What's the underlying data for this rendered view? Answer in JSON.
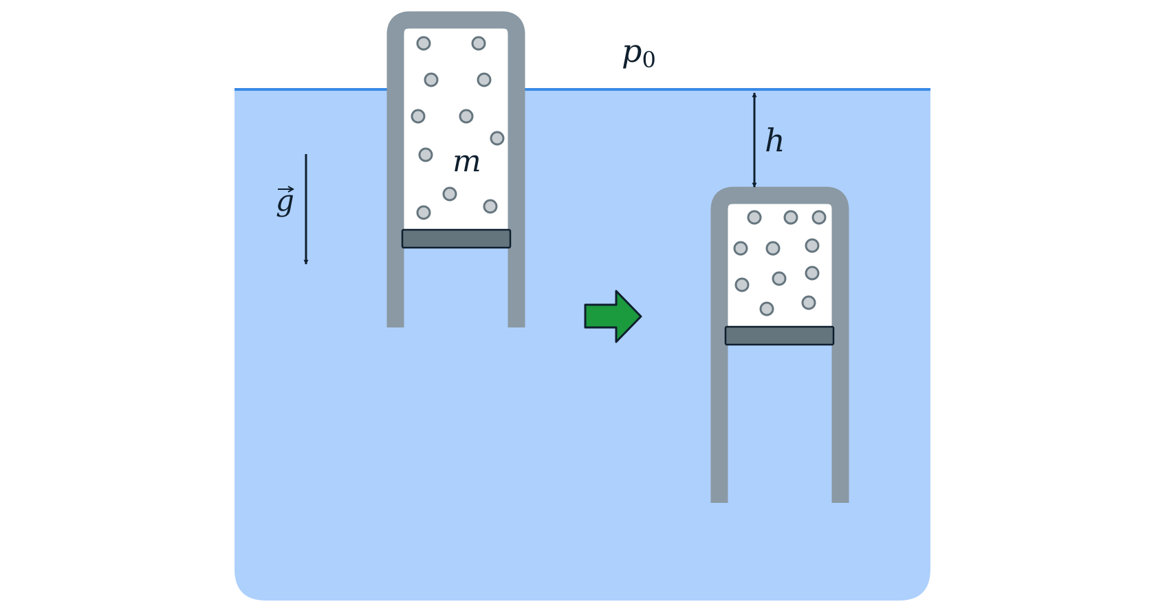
{
  "labels": {
    "pressure": "p",
    "pressure_sub": "0",
    "mass": "m",
    "depth": "h",
    "gravity": "g"
  },
  "colors": {
    "water": "#aed0fd",
    "water_surface": "#3b8ae6",
    "tube_wall": "#8a99a3",
    "gas": "#ffffff",
    "piston": "#65757e",
    "molecule_fill": "#c8ced2",
    "molecule_stroke": "#65757e",
    "arrow_transition": "#1b9a3e",
    "ink": "#0f1f2e"
  },
  "icons": {
    "transition": "right-arrow-icon",
    "gravity": "down-arrow-icon",
    "depth": "double-arrow-icon"
  }
}
